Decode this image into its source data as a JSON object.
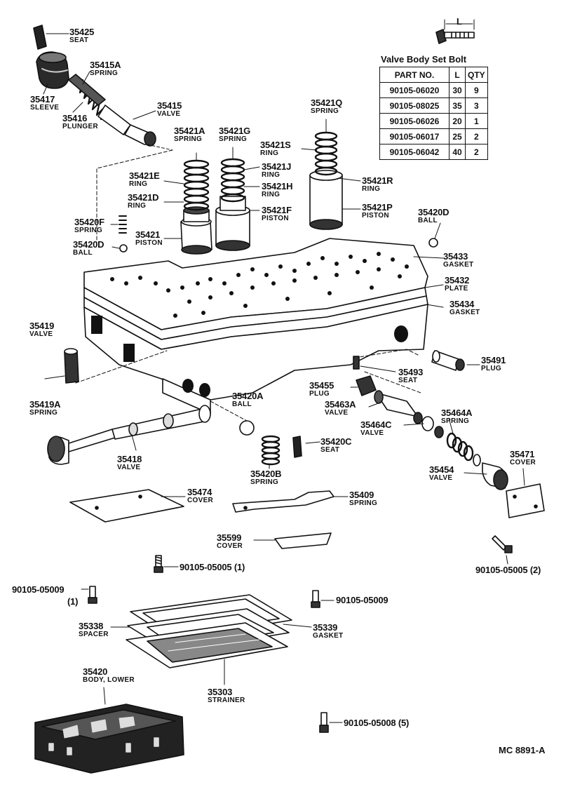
{
  "parts": [
    {
      "pn": "35425",
      "name": "SEAT"
    },
    {
      "pn": "35415A",
      "name": "SPRING"
    },
    {
      "pn": "35417",
      "name": "SLEEVE"
    },
    {
      "pn": "35416",
      "name": "PLUNGER"
    },
    {
      "pn": "35415",
      "name": "VALVE"
    },
    {
      "pn": "35421A",
      "name": "SPRING"
    },
    {
      "pn": "35421G",
      "name": "SPRING"
    },
    {
      "pn": "35421Q",
      "name": "SPRING"
    },
    {
      "pn": "35421S",
      "name": "RING"
    },
    {
      "pn": "35421E",
      "name": "RING"
    },
    {
      "pn": "35421J",
      "name": "RING"
    },
    {
      "pn": "35421H",
      "name": "RING"
    },
    {
      "pn": "35421R",
      "name": "RING"
    },
    {
      "pn": "35421D",
      "name": "RING"
    },
    {
      "pn": "35421F",
      "name": "PISTON"
    },
    {
      "pn": "35421P",
      "name": "PISTON"
    },
    {
      "pn": "35420F",
      "name": "SPRING"
    },
    {
      "pn": "35421",
      "name": "PISTON"
    },
    {
      "pn": "35420D",
      "name": "BALL"
    },
    {
      "pn": "35420D",
      "name": "BALL"
    },
    {
      "pn": "35433",
      "name": "GASKET"
    },
    {
      "pn": "35432",
      "name": "PLATE"
    },
    {
      "pn": "35434",
      "name": "GASKET"
    },
    {
      "pn": "35419",
      "name": "VALVE"
    },
    {
      "pn": "35491",
      "name": "PLUG"
    },
    {
      "pn": "35493",
      "name": "SEAT"
    },
    {
      "pn": "35455",
      "name": "PLUG"
    },
    {
      "pn": "35419A",
      "name": "SPRING"
    },
    {
      "pn": "35420A",
      "name": "BALL"
    },
    {
      "pn": "35463A",
      "name": "VALVE"
    },
    {
      "pn": "35464A",
      "name": "SPRING"
    },
    {
      "pn": "35464C",
      "name": "VALVE"
    },
    {
      "pn": "35420C",
      "name": "SEAT"
    },
    {
      "pn": "35418",
      "name": "VALVE"
    },
    {
      "pn": "35471",
      "name": "COVER"
    },
    {
      "pn": "35454",
      "name": "VALVE"
    },
    {
      "pn": "35420B",
      "name": "SPRING"
    },
    {
      "pn": "35474",
      "name": "COVER"
    },
    {
      "pn": "35409",
      "name": "SPRING"
    },
    {
      "pn": "35599",
      "name": "COVER"
    },
    {
      "pn": "35338",
      "name": "SPACER"
    },
    {
      "pn": "35339",
      "name": "GASKET"
    },
    {
      "pn": "35420",
      "name": "BODY, LOWER"
    },
    {
      "pn": "35303",
      "name": "STRAINER"
    }
  ],
  "bolts": [
    {
      "label": "90105-05005 (1)"
    },
    {
      "label": "90105-05005 (2)"
    },
    {
      "label": "90105-05009"
    },
    {
      "label": "(1)"
    },
    {
      "label": "90105-05009"
    },
    {
      "label": "90105-05008 (5)"
    }
  ],
  "bolt_table": {
    "title": "Valve Body Set Bolt",
    "dim_label": "L",
    "headers": [
      "PART NO.",
      "L",
      "QTY"
    ],
    "rows": [
      [
        "90105-06020",
        "30",
        "9"
      ],
      [
        "90105-08025",
        "35",
        "3"
      ],
      [
        "90105-06026",
        "20",
        "1"
      ],
      [
        "90105-06017",
        "25",
        "2"
      ],
      [
        "90105-06042",
        "40",
        "2"
      ]
    ]
  },
  "figure_code": "MC 8891-A"
}
